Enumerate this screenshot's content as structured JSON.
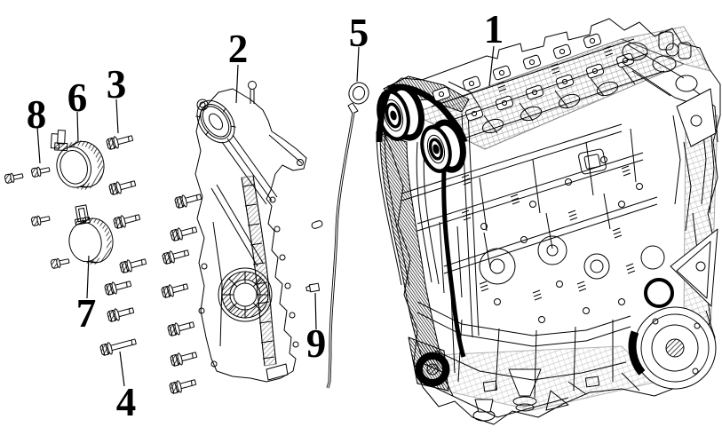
{
  "figure": {
    "type": "exploded-parts-diagram",
    "background": "#ffffff",
    "line_color": "#000000",
    "callouts": [
      {
        "label": "1"
      },
      {
        "label": "2"
      },
      {
        "label": "3"
      },
      {
        "label": "4"
      },
      {
        "label": "5"
      },
      {
        "label": "6"
      },
      {
        "label": "7"
      },
      {
        "label": "8"
      },
      {
        "label": "9"
      }
    ]
  }
}
